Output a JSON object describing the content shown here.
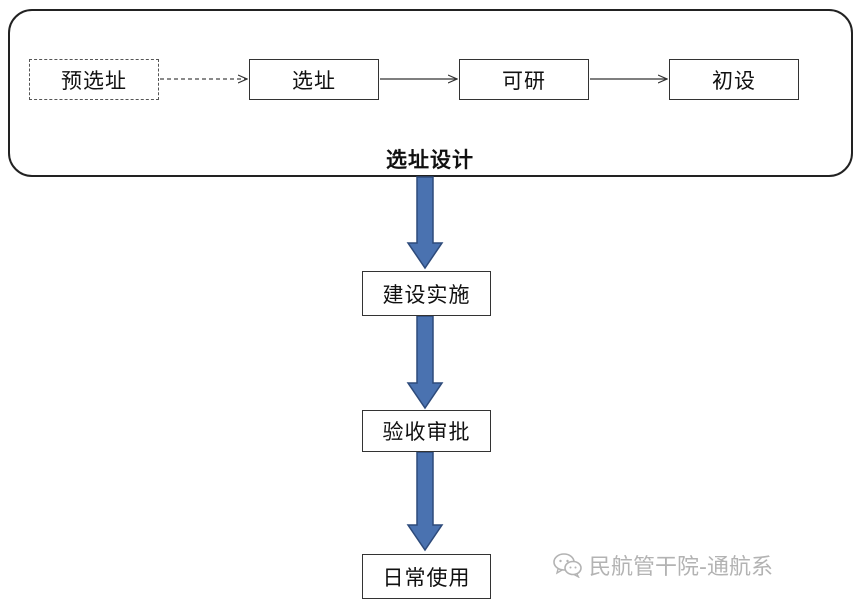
{
  "container": {
    "label": "选址设计"
  },
  "steps": {
    "pre_site": "预选址",
    "site_selection": "选址",
    "feasibility": "可研",
    "preliminary_design": "初设"
  },
  "stages": {
    "construction": "建设实施",
    "acceptance": "验收审批",
    "daily_use": "日常使用"
  },
  "watermark": {
    "text": "民航管干院-通航系",
    "icon": "wechat-icon"
  },
  "colors": {
    "arrow_fill": "#4a72b0",
    "arrow_stroke": "#2d4a7a",
    "watermark": "#b3b3b3"
  }
}
